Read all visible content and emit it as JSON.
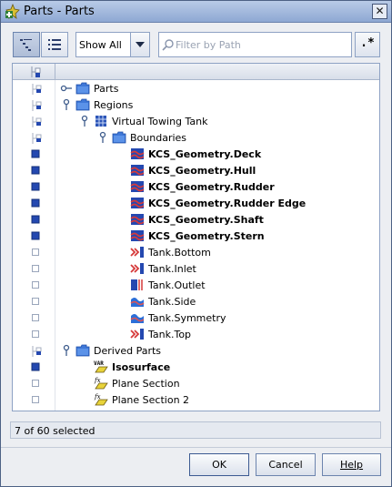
{
  "window": {
    "title": "Parts - Parts"
  },
  "toolbar": {
    "filter_mode": "Show All",
    "search_placeholder": "Filter by Path",
    "search_value": "",
    "regex_label": ".*"
  },
  "tree": {
    "rows": [
      {
        "label": "Parts",
        "bold": false,
        "indent": 0,
        "toggle": "key-collapsed",
        "icon": "folder-icon",
        "check": "tree-check"
      },
      {
        "label": "Regions",
        "bold": false,
        "indent": 0,
        "toggle": "key-expanded",
        "icon": "folder-icon",
        "check": "tree-check"
      },
      {
        "label": "Virtual Towing Tank",
        "bold": false,
        "indent": 1,
        "toggle": "key-expanded",
        "icon": "region-icon",
        "check": "tree-check"
      },
      {
        "label": "Boundaries",
        "bold": false,
        "indent": 2,
        "toggle": "key-expanded",
        "icon": "folder-icon",
        "check": "tree-check"
      },
      {
        "label": "KCS_Geometry.Deck",
        "bold": true,
        "indent": 3,
        "toggle": "none",
        "icon": "wall-boundary-icon",
        "check": "checked"
      },
      {
        "label": "KCS_Geometry.Hull",
        "bold": true,
        "indent": 3,
        "toggle": "none",
        "icon": "wall-boundary-icon",
        "check": "checked"
      },
      {
        "label": "KCS_Geometry.Rudder",
        "bold": true,
        "indent": 3,
        "toggle": "none",
        "icon": "wall-boundary-icon",
        "check": "checked"
      },
      {
        "label": "KCS_Geometry.Rudder Edge",
        "bold": true,
        "indent": 3,
        "toggle": "none",
        "icon": "wall-boundary-icon",
        "check": "checked"
      },
      {
        "label": "KCS_Geometry.Shaft",
        "bold": true,
        "indent": 3,
        "toggle": "none",
        "icon": "wall-boundary-icon",
        "check": "checked"
      },
      {
        "label": "KCS_Geometry.Stern",
        "bold": true,
        "indent": 3,
        "toggle": "none",
        "icon": "wall-boundary-icon",
        "check": "checked"
      },
      {
        "label": "Tank.Bottom",
        "bold": false,
        "indent": 3,
        "toggle": "none",
        "icon": "velocity-inlet-icon",
        "check": "unchecked"
      },
      {
        "label": "Tank.Inlet",
        "bold": false,
        "indent": 3,
        "toggle": "none",
        "icon": "velocity-inlet-icon",
        "check": "unchecked"
      },
      {
        "label": "Tank.Outlet",
        "bold": false,
        "indent": 3,
        "toggle": "none",
        "icon": "pressure-outlet-icon",
        "check": "unchecked"
      },
      {
        "label": "Tank.Side",
        "bold": false,
        "indent": 3,
        "toggle": "none",
        "icon": "symmetry-plane-icon",
        "check": "unchecked"
      },
      {
        "label": "Tank.Symmetry",
        "bold": false,
        "indent": 3,
        "toggle": "none",
        "icon": "symmetry-plane-icon",
        "check": "unchecked"
      },
      {
        "label": "Tank.Top",
        "bold": false,
        "indent": 3,
        "toggle": "none",
        "icon": "velocity-inlet-icon",
        "check": "unchecked"
      },
      {
        "label": "Derived Parts",
        "bold": false,
        "indent": 0,
        "toggle": "key-expanded",
        "icon": "folder-icon",
        "check": "tree-check"
      },
      {
        "label": "Isosurface",
        "bold": true,
        "indent": 1,
        "toggle": "none",
        "icon": "isosurface-icon",
        "check": "checked"
      },
      {
        "label": "Plane Section",
        "bold": false,
        "indent": 1,
        "toggle": "none",
        "icon": "plane-section-icon",
        "check": "unchecked"
      },
      {
        "label": "Plane Section 2",
        "bold": false,
        "indent": 1,
        "toggle": "none",
        "icon": "plane-section-icon",
        "check": "unchecked"
      }
    ]
  },
  "status": {
    "text": "7 of 60 selected"
  },
  "buttons": {
    "ok": "OK",
    "cancel": "Cancel",
    "help": "Help"
  },
  "icons": {
    "app": "star-parts-add-icon",
    "close": "close-icon",
    "tree_view": "tree-view-icon",
    "list_view": "list-view-icon",
    "dropdown": "chevron-down-icon",
    "search": "search-icon"
  },
  "colors": {
    "accent": "#2c55b8",
    "folder": "#3f78d8",
    "check_fill": "#2448b0"
  }
}
